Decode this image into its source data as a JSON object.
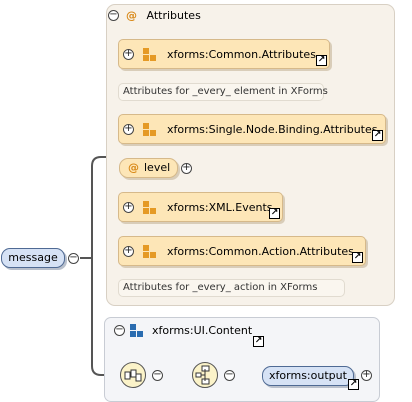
{
  "attributes": {
    "title": "Attributes",
    "at_symbol": "@",
    "common_attributes": {
      "label": "xforms:Common.Attributes",
      "note": "Attributes for _every_ element in XForms"
    },
    "single_node_binding": {
      "label": "xforms:Single.Node.Binding.Attributes"
    },
    "level": {
      "label": "level"
    },
    "xml_events": {
      "label": "xforms:XML.Events"
    },
    "common_action_attributes": {
      "label": "xforms:Common.Action.Attributes",
      "note": "Attributes for _every_ action in XForms"
    }
  },
  "root_element": {
    "label": "message"
  },
  "ui_content": {
    "label": "xforms:UI.Content",
    "output": {
      "label": "xforms:output"
    }
  },
  "symbols": {
    "expand": "+",
    "collapse": "−",
    "link": "↗"
  },
  "colors": {
    "attribute_fill": "#fde6b7",
    "group_orange": "#e59a25",
    "group_blue": "#2a6cb0",
    "element_fill": "#d6e2f5"
  }
}
